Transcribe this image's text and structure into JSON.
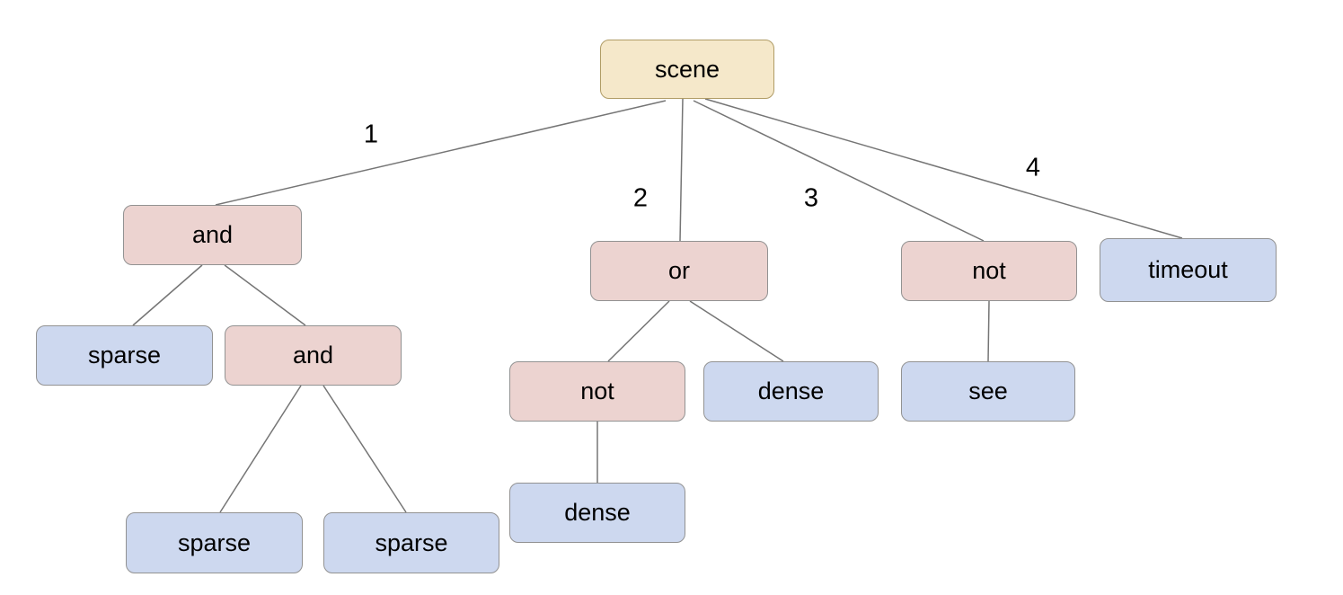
{
  "diagram": {
    "type": "tree",
    "nodes": [
      {
        "id": "scene",
        "label": "scene",
        "role": "root"
      },
      {
        "id": "and-1",
        "label": "and",
        "role": "operator"
      },
      {
        "id": "or-1",
        "label": "or",
        "role": "operator"
      },
      {
        "id": "not-1",
        "label": "not",
        "role": "operator"
      },
      {
        "id": "timeout",
        "label": "timeout",
        "role": "leaf"
      },
      {
        "id": "sparse-1",
        "label": "sparse",
        "role": "leaf"
      },
      {
        "id": "and-2",
        "label": "and",
        "role": "operator"
      },
      {
        "id": "not-2",
        "label": "not",
        "role": "operator"
      },
      {
        "id": "dense-1",
        "label": "dense",
        "role": "leaf"
      },
      {
        "id": "see-1",
        "label": "see",
        "role": "leaf"
      },
      {
        "id": "sparse-2",
        "label": "sparse",
        "role": "leaf"
      },
      {
        "id": "sparse-3",
        "label": "sparse",
        "role": "leaf"
      },
      {
        "id": "dense-2",
        "label": "dense",
        "role": "leaf"
      }
    ],
    "edges": [
      {
        "from": "scene",
        "to": "and-1",
        "label": "1"
      },
      {
        "from": "scene",
        "to": "or-1",
        "label": "2"
      },
      {
        "from": "scene",
        "to": "not-1",
        "label": "3"
      },
      {
        "from": "scene",
        "to": "timeout",
        "label": "4"
      },
      {
        "from": "and-1",
        "to": "sparse-1"
      },
      {
        "from": "and-1",
        "to": "and-2"
      },
      {
        "from": "and-2",
        "to": "sparse-2"
      },
      {
        "from": "and-2",
        "to": "sparse-3"
      },
      {
        "from": "or-1",
        "to": "not-2"
      },
      {
        "from": "or-1",
        "to": "dense-1"
      },
      {
        "from": "not-2",
        "to": "dense-2"
      },
      {
        "from": "not-1",
        "to": "see-1"
      }
    ],
    "colors": {
      "background": "#ffffff",
      "root_fill": "#f5e8ca",
      "root_border": "#b09c66",
      "operator_fill": "#ecd3d0",
      "operator_border": "#929292",
      "leaf_fill": "#cdd8ef",
      "leaf_border": "#929292",
      "edge_color": "#757575",
      "text_color": "#000000"
    }
  }
}
